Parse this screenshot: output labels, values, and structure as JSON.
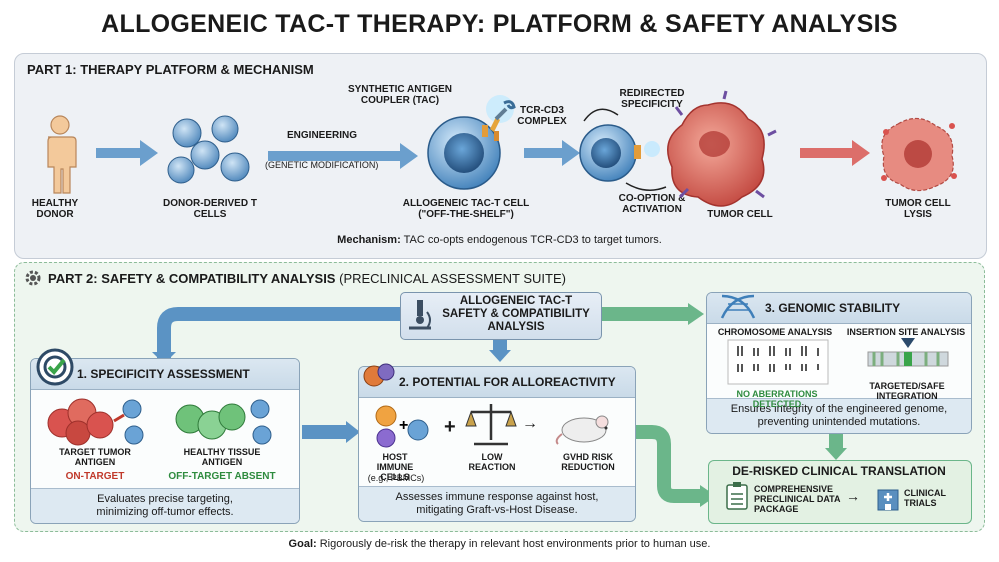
{
  "title": "ALLOGENEIC TAC-T THERAPY: PLATFORM & SAFETY ANALYSIS",
  "part1": {
    "header": "PART 1: THERAPY PLATFORM & MECHANISM",
    "healthy_donor": "HEALTHY DONOR",
    "donor_t_cells": "DONOR-DERIVED T CELLS",
    "engineering": "ENGINEERING",
    "genetic_mod": "(GENETIC MODIFICATION)",
    "tac_label": "SYNTHETIC ANTIGEN COUPLER (TAC)",
    "tcr_label": "TCR-CD3 COMPLEX",
    "allo_cell": "ALLOGENEIC TAC-T CELL",
    "off_shelf": "(\"OFF-THE-SHELF\")",
    "redirected": "REDIRECTED SPECIFICITY",
    "co_option": "CO-OPTION & ACTIVATION",
    "tumor_cell": "TUMOR CELL",
    "lysis": "TUMOR CELL LYSIS",
    "mechanism_label": "Mechanism:",
    "mechanism_text": "TAC co-opts endogenous TCR-CD3 to target tumors."
  },
  "part2": {
    "header_bold": "PART 2: SAFETY & COMPATIBILITY ANALYSIS",
    "header_rest": "(PRECLINICAL ASSESSMENT SUITE)",
    "center_box": "ALLOGENEIC TAC-T SAFETY & COMPATIBILITY ANALYSIS",
    "specificity": {
      "title": "1. SPECIFICITY ASSESSMENT",
      "target_label": "TARGET TUMOR ANTIGEN",
      "on_target": "ON-TARGET",
      "healthy_label": "HEALTHY TISSUE ANTIGEN",
      "off_target": "OFF-TARGET ABSENT",
      "footer": "Evaluates precise targeting, minimizing off-tumor effects."
    },
    "alloreactivity": {
      "title": "2. POTENTIAL FOR ALLOREACTIVITY",
      "host_cells": "HOST IMMUNE CELLS",
      "host_eg": "(e.g., PBMCs)",
      "low_reaction": "LOW REACTION",
      "gvhd": "GVHD RISK REDUCTION",
      "footer": "Assesses immune response against host, mitigating Graft-vs-Host Disease."
    },
    "genomic": {
      "title": "3. GENOMIC STABILITY",
      "chromosome": "CHROMOSOME ANALYSIS",
      "insertion": "INSERTION SITE ANALYSIS",
      "no_aberrations": "NO ABERRATIONS DETECTED",
      "targeted_safe": "TARGETED/SAFE INTEGRATION",
      "footer": "Ensures integrity of the engineered genome, preventing unintended mutations."
    },
    "derisked": {
      "title": "DE-RISKED CLINICAL TRANSLATION",
      "package": "COMPREHENSIVE PRECLINICAL DATA PACKAGE",
      "trials": "CLINICAL TRIALS"
    }
  },
  "goal_label": "Goal:",
  "goal_text": "Rigorously de-risk the therapy in relevant host environments prior to human use.",
  "colors": {
    "part1_bg": "#eef1f5",
    "part2_bg": "#eef6ef",
    "arrow_blue": "#5b93c4",
    "arrow_green": "#6bb68a",
    "tumor": "#d9534f",
    "on_target": "#c0392b",
    "off_target": "#2e8b3e"
  },
  "icons": [
    "person-icon",
    "t-cell-icon",
    "tac-receptor-icon",
    "tumor-cell-icon",
    "gear-icon",
    "microscope-icon",
    "target-icon",
    "dna-icon",
    "scale-icon",
    "mouse-icon",
    "clipboard-icon",
    "hospital-icon"
  ]
}
